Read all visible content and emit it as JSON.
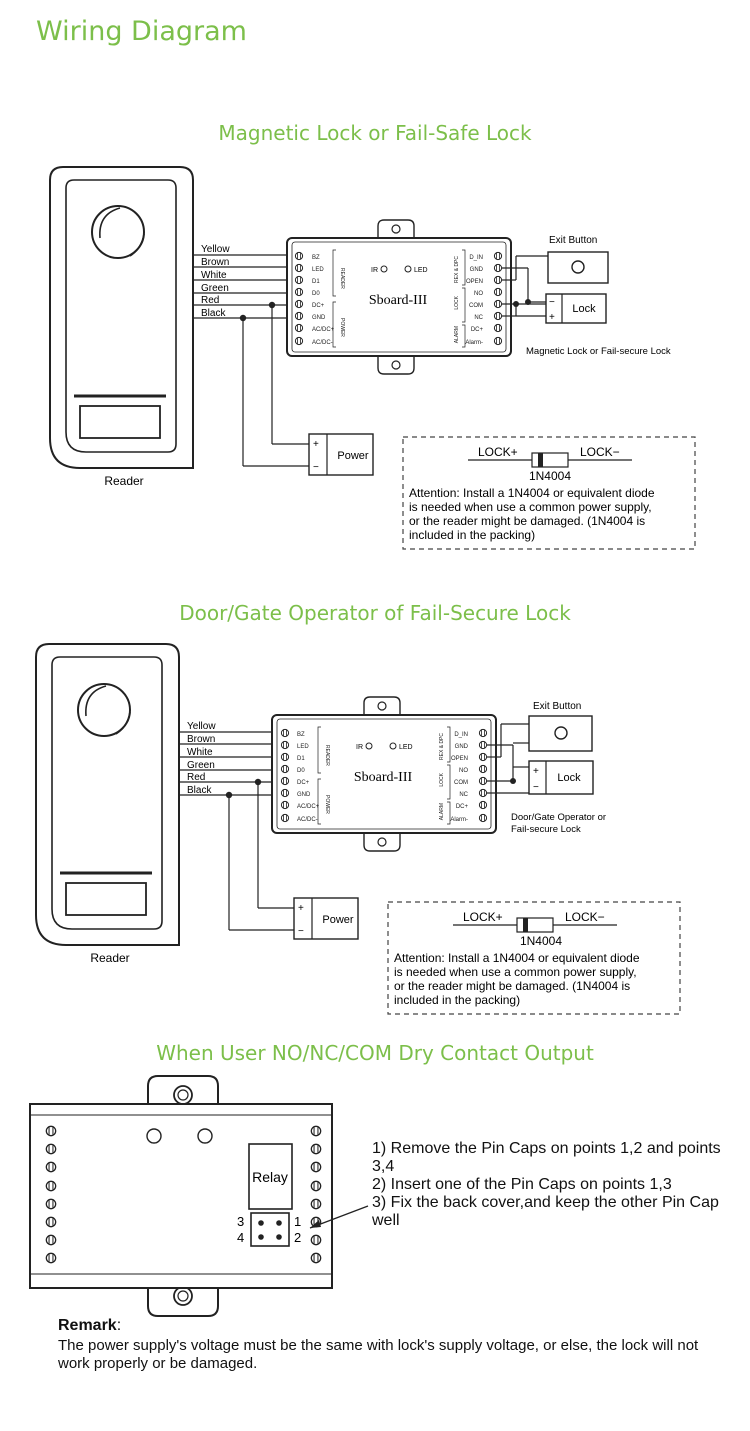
{
  "page_title": "Wiring Diagram",
  "sections": [
    {
      "title": "Magnetic Lock or Fail-Safe Lock",
      "wires": [
        "Yellow",
        "Brown",
        "White",
        "Green",
        "Red",
        "Black"
      ],
      "reader_label": "Reader",
      "board_name": "Sboard-III",
      "left_terminals": [
        "BZ",
        "LED",
        "D1",
        "D0",
        "DC+",
        "GND",
        "AC/DC+",
        "AC/DC-"
      ],
      "left_group_labels": [
        "READER",
        "POWER"
      ],
      "right_terminals": [
        "D_IN",
        "GND",
        "OPEN",
        "NO",
        "COM",
        "NC",
        "DC+",
        "Alarm-"
      ],
      "right_group_labels": [
        "REX & DPC",
        "LOCK",
        "ALARM"
      ],
      "ir_label": "IR",
      "led_label": "LED",
      "exit_button": "Exit Button",
      "lock": "Lock",
      "lock_plus": "+",
      "lock_minus": "−",
      "power": "Power",
      "power_plus": "+",
      "power_minus": "−",
      "caption": "Magnetic Lock or Fail-secure Lock",
      "diode": {
        "lock_plus": "LOCK+",
        "lock_minus": "LOCK−",
        "part": "1N4004"
      },
      "attention": [
        "Attention: Install a 1N4004 or equivalent diode",
        "is needed when use a common power supply,",
        "or the reader might be damaged. (1N4004 is",
        "included in the packing)"
      ]
    },
    {
      "title": "Door/Gate Operator of Fail-Secure Lock",
      "wires": [
        "Yellow",
        "Brown",
        "White",
        "Green",
        "Red",
        "Black"
      ],
      "reader_label": "Reader",
      "board_name": "Sboard-III",
      "left_terminals": [
        "BZ",
        "LED",
        "D1",
        "D0",
        "DC+",
        "GND",
        "AC/DC+",
        "AC/DC-"
      ],
      "left_group_labels": [
        "READER",
        "POWER"
      ],
      "right_terminals": [
        "D_IN",
        "GND",
        "OPEN",
        "NO",
        "COM",
        "NC",
        "DC+",
        "Alarm-"
      ],
      "right_group_labels": [
        "REX & DPC",
        "LOCK",
        "ALARM"
      ],
      "ir_label": "IR",
      "led_label": "LED",
      "exit_button": "Exit Button",
      "lock": "Lock",
      "lock_plus": "+",
      "lock_minus": "−",
      "power": "Power",
      "power_plus": "+",
      "power_minus": "−",
      "caption_lines": [
        "Door/Gate Operator  or",
        "Fail-secure Lock"
      ],
      "diode": {
        "lock_plus": "LOCK+",
        "lock_minus": "LOCK−",
        "part": "1N4004"
      },
      "attention": [
        "Attention: Install a 1N4004 or equivalent diode",
        "is needed when use a common power supply,",
        "or the reader might be damaged. (1N4004 is",
        "included in the packing)"
      ]
    },
    {
      "title": "When User NO/NC/COM Dry Contact Output",
      "relay": "Relay",
      "pins": [
        "3",
        "1",
        "4",
        "2"
      ],
      "steps": [
        "1) Remove the Pin Caps on points 1,2 and points 3,4",
        "2) Insert one of the Pin Caps on points 1,3",
        "3) Fix the back cover,and keep the other Pin Cap well"
      ]
    }
  ],
  "remark": {
    "title": "Remark",
    "colon": ":",
    "text": "The power supply's voltage must be the same with lock's supply voltage, or else, the lock will not work properly or be damaged."
  },
  "colors": {
    "heading": "#7cbf4a",
    "line": "#222222"
  }
}
